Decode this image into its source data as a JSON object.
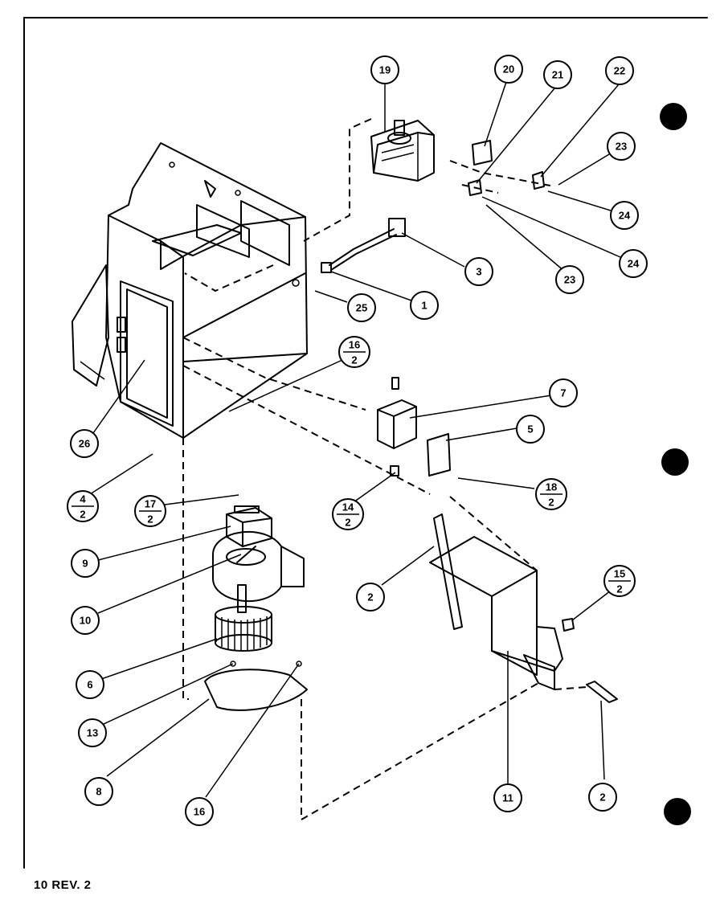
{
  "page_label": "10 REV. 2",
  "callouts": [
    {
      "id": "c19",
      "text": "19"
    },
    {
      "id": "c20",
      "text": "20"
    },
    {
      "id": "c21",
      "text": "21"
    },
    {
      "id": "c22",
      "text": "22"
    },
    {
      "id": "c23a",
      "text": "23"
    },
    {
      "id": "c24a",
      "text": "24"
    },
    {
      "id": "c24b",
      "text": "24"
    },
    {
      "id": "c23b",
      "text": "23"
    },
    {
      "id": "c3",
      "text": "3"
    },
    {
      "id": "c1",
      "text": "1"
    },
    {
      "id": "c25",
      "text": "25"
    },
    {
      "id": "c7",
      "text": "7"
    },
    {
      "id": "c5",
      "text": "5"
    },
    {
      "id": "c26",
      "text": "26"
    },
    {
      "id": "c9",
      "text": "9"
    },
    {
      "id": "c10",
      "text": "10"
    },
    {
      "id": "c6",
      "text": "6"
    },
    {
      "id": "c13",
      "text": "13"
    },
    {
      "id": "c8",
      "text": "8"
    },
    {
      "id": "c16",
      "text": "16"
    },
    {
      "id": "c2a",
      "text": "2"
    },
    {
      "id": "c11",
      "text": "11"
    },
    {
      "id": "c2b",
      "text": "2"
    }
  ],
  "fraction_callouts": [
    {
      "id": "f16",
      "top": "16",
      "bottom": "2"
    },
    {
      "id": "f4",
      "top": "4",
      "bottom": "2"
    },
    {
      "id": "f17",
      "top": "17",
      "bottom": "2"
    },
    {
      "id": "f14",
      "top": "14",
      "bottom": "2"
    },
    {
      "id": "f18",
      "top": "18",
      "bottom": "2"
    },
    {
      "id": "f15",
      "top": "15",
      "bottom": "2"
    }
  ]
}
